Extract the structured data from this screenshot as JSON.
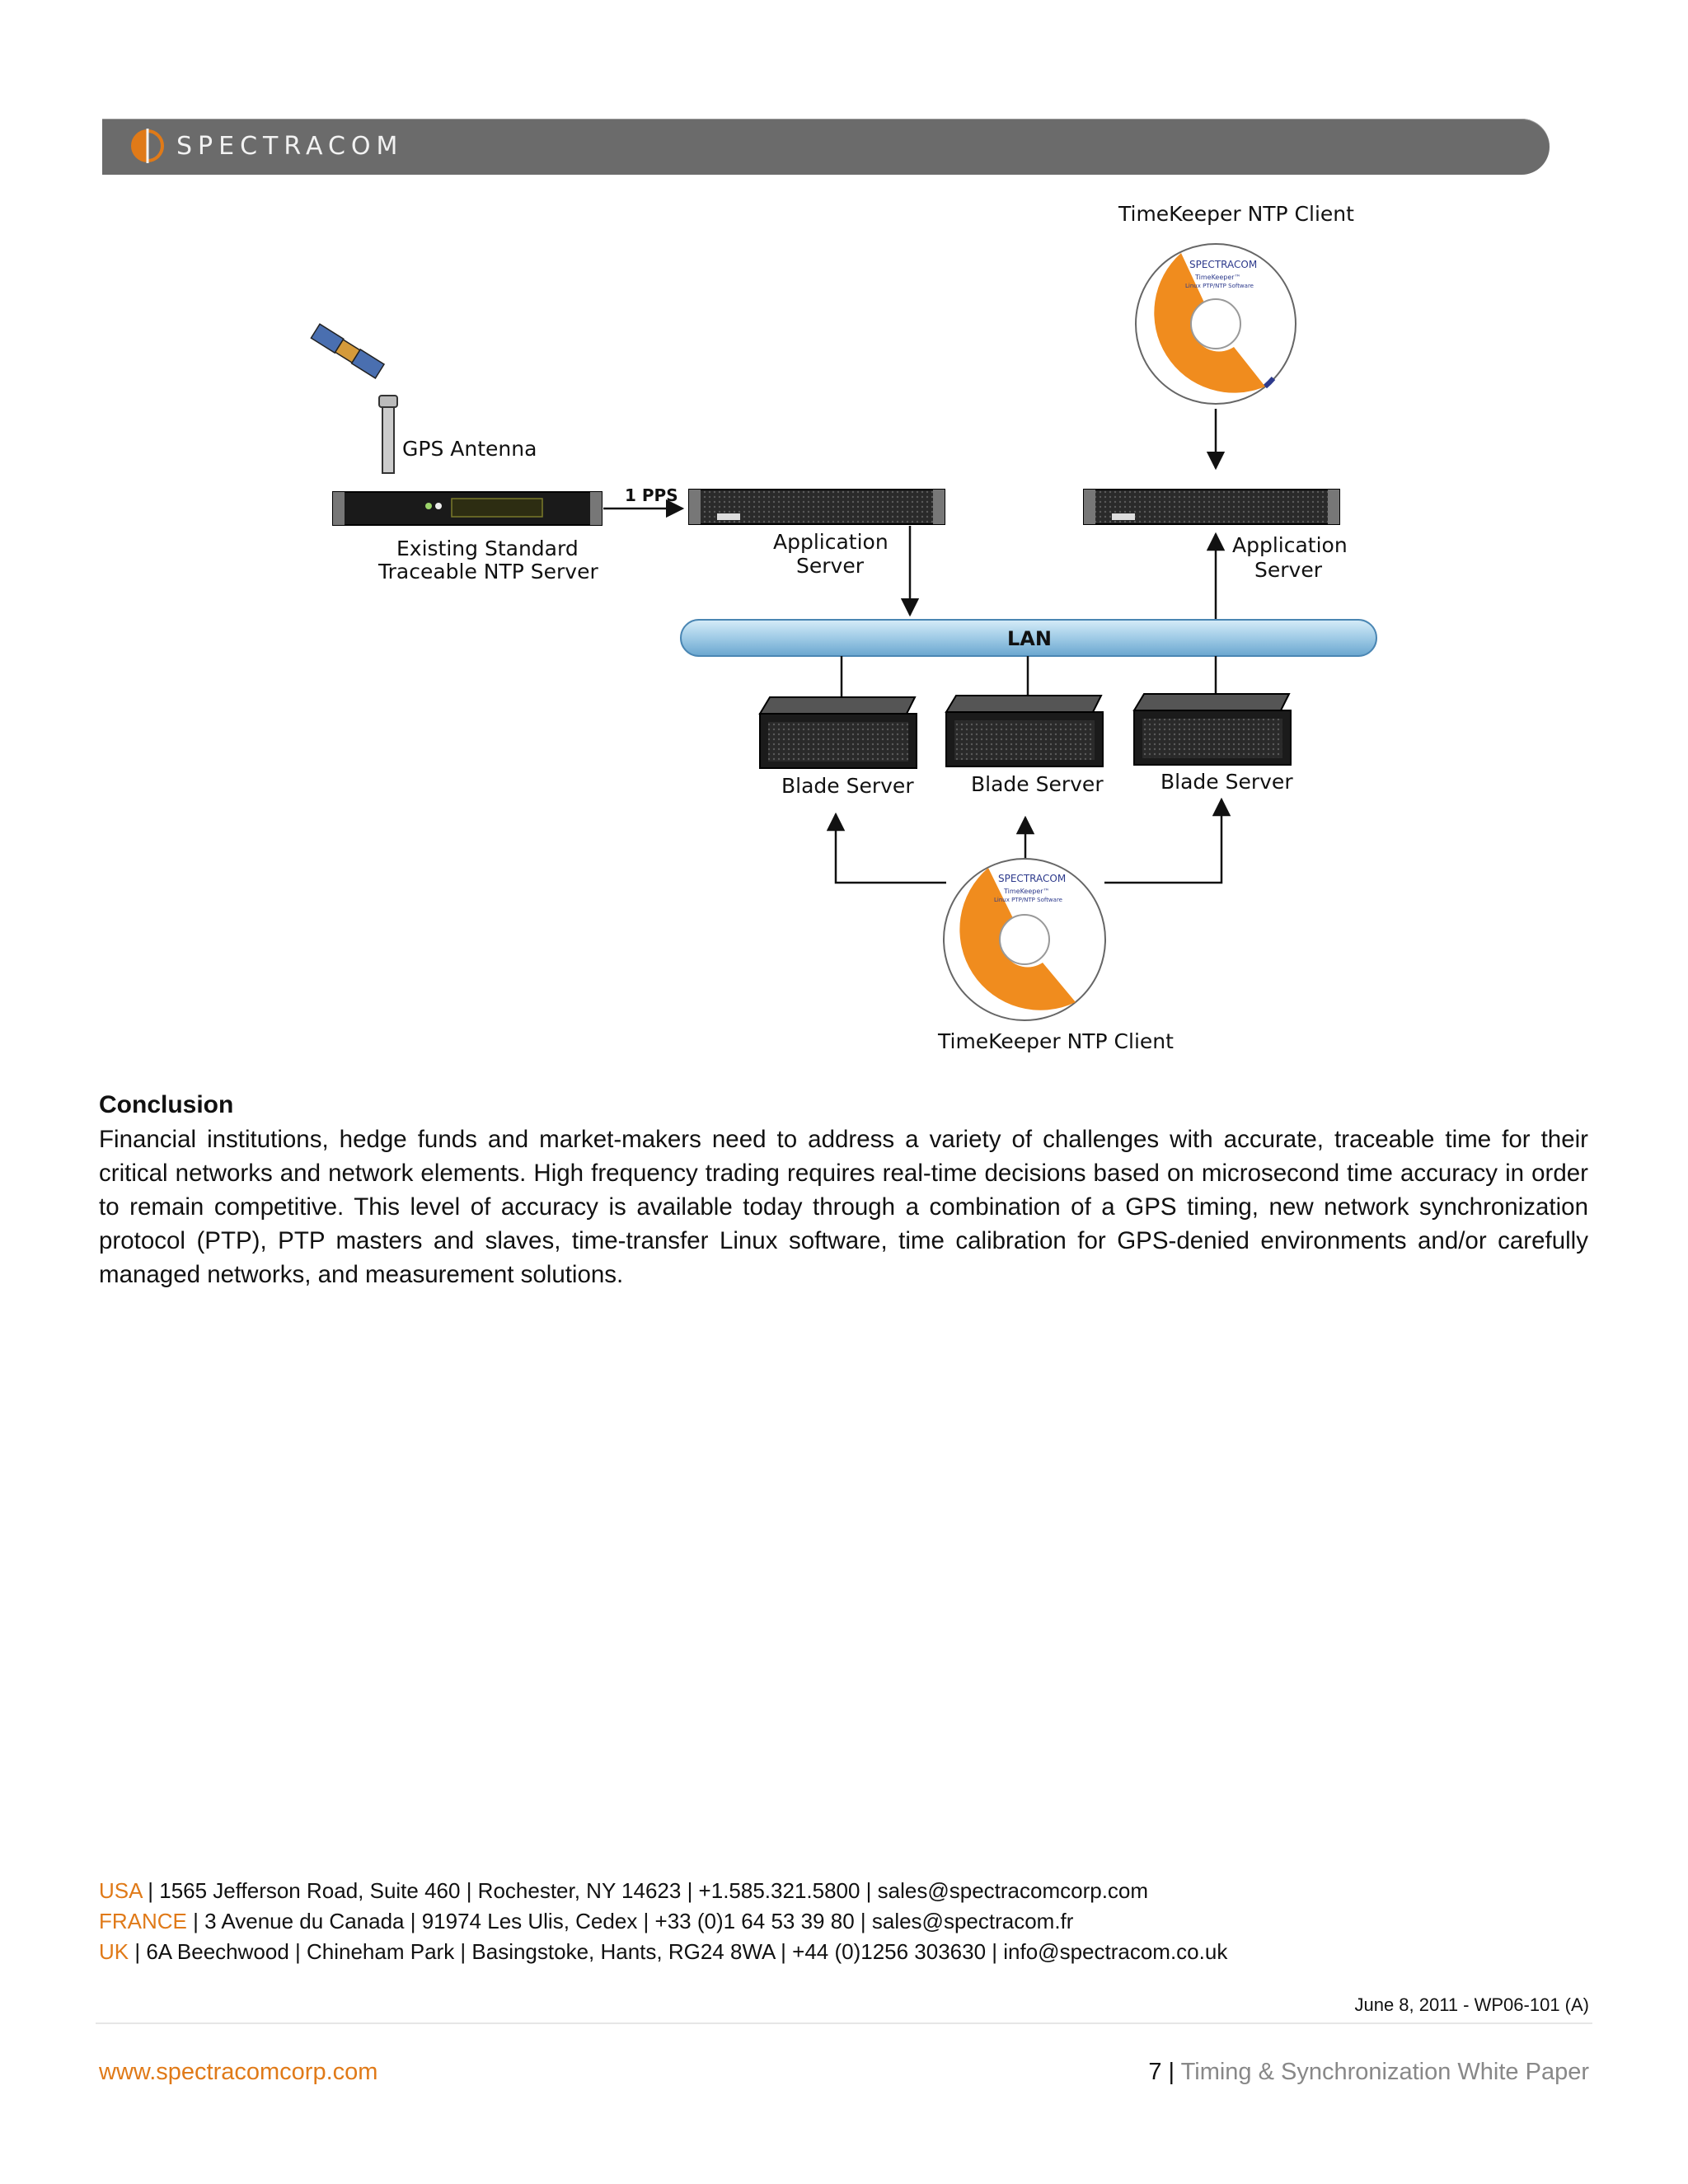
{
  "header": {
    "brand": "SPECTRACOM",
    "brand_color": "#e07a18",
    "bar_color": "#6b6b6b"
  },
  "diagram": {
    "client_top_label": "TimeKeeper NTP Client",
    "client_bottom_label": "TimeKeeper NTP Client",
    "gps_antenna_label": "GPS Antenna",
    "ntp_server_label_line1": "Existing Standard",
    "ntp_server_label_line2": "Traceable NTP Server",
    "pps_label": "1 PPS",
    "app_server_left_line1": "Application",
    "app_server_left_line2": "Server",
    "app_server_right_line1": "Application",
    "app_server_right_line2": "Server",
    "lan_label": "LAN",
    "blade_server_1": "Blade Server",
    "blade_server_2": "Blade Server",
    "blade_server_3": "Blade Server",
    "cd_brand": "SPECTRACOM",
    "cd_title": "TimeKeeper™",
    "cd_subtitle": "Linux PTP/NTP Software",
    "icons": [
      "satellite-icon",
      "gps-antenna-icon",
      "cd-disc-icon",
      "rack-server-icon",
      "blade-server-icon"
    ]
  },
  "conclusion": {
    "title": "Conclusion",
    "body": "Financial institutions, hedge funds and market-makers need to address a variety of challenges with accurate, traceable time for their critical networks and network elements. High frequency trading requires real-time decisions based on microsecond time accuracy in order to remain competitive. This level of accuracy is available today through a combination of a GPS timing, new network synchronization protocol (PTP), PTP masters and slaves, time-transfer Linux software, time calibration for GPS-denied environments and/or carefully managed networks, and measurement solutions."
  },
  "contacts": [
    {
      "country": "USA",
      "details": " | 1565 Jefferson Road, Suite 460 | Rochester, NY 14623 | +1.585.321.5800 | sales@spectracomcorp.com"
    },
    {
      "country": "FRANCE",
      "details": " | 3 Avenue du Canada | 91974 Les Ulis, Cedex | +33 (0)1 64 53 39 80 | sales@spectracom.fr"
    },
    {
      "country": "UK",
      "details": " | 6A Beechwood | Chineham Park | Basingstoke, Hants, RG24 8WA | +44 (0)1256 303630 | info@spectracom.co.uk"
    }
  ],
  "date_code": "June 8, 2011 - WP06-101 (A)",
  "footer": {
    "url": "www.spectracomcorp.com",
    "page_number": "7",
    "separator": " | ",
    "doc_title": "Timing & Synchronization White Paper"
  }
}
